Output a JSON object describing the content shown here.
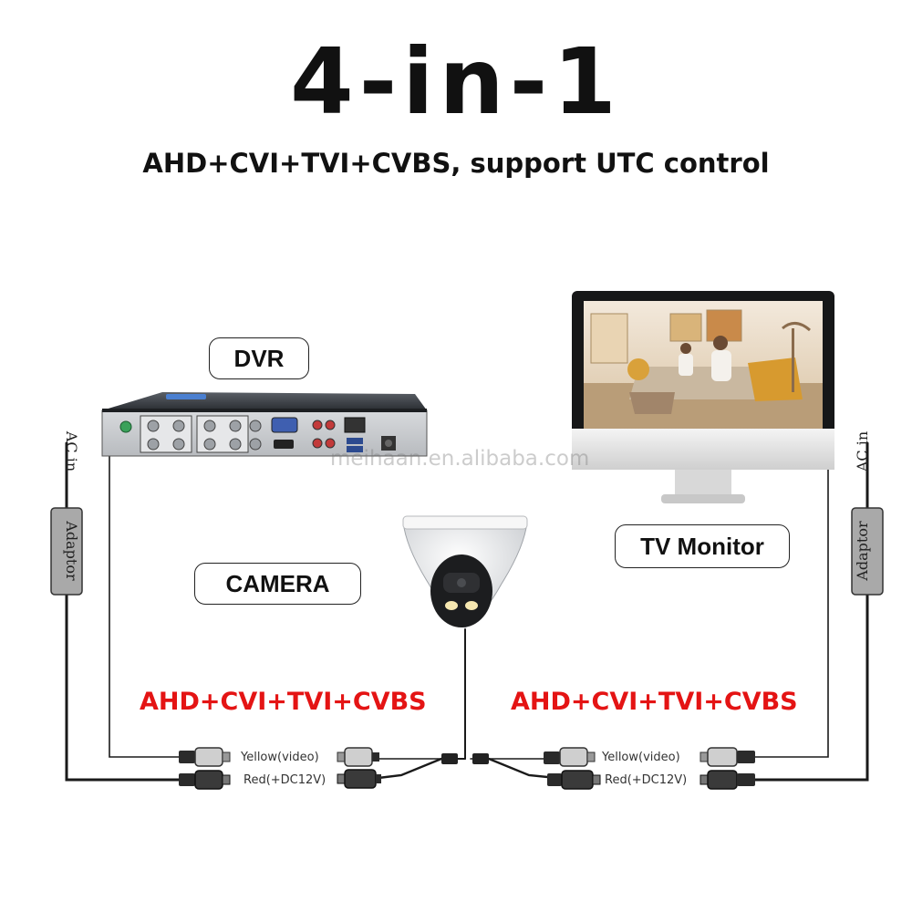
{
  "title": "4-in-1",
  "subtitle": "AHD+CVI+TVI+CVBS, support UTC control",
  "labels": {
    "dvr": "DVR",
    "tv_monitor": "TV Monitor",
    "camera": "CAMERA"
  },
  "signal_left": "AHD+CVI+TVI+CVBS",
  "signal_right": "AHD+CVI+TVI+CVBS",
  "connectors": {
    "left_yellow": "Yellow(video)",
    "left_red": "Red(+DC12V)",
    "right_yellow": "Yellow(video)",
    "right_red": "Red(+DC12V)"
  },
  "adaptor_left": "Adaptor",
  "adaptor_right": "Adaptor",
  "ac_left": "AC in",
  "ac_right": "AC in",
  "watermark": "meihaan.en.alibaba.com",
  "colors": {
    "signal_red": "#e41414"
  }
}
